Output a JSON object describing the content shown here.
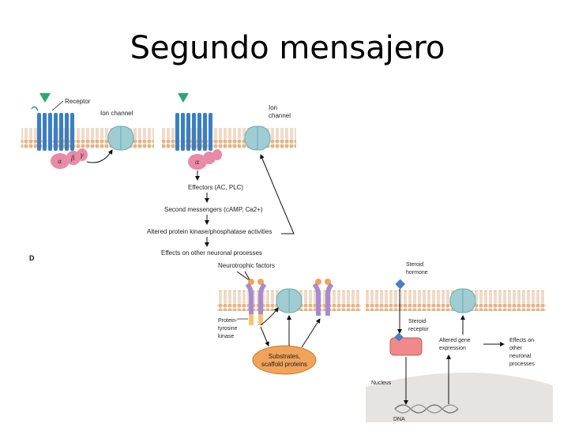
{
  "title": "Segundo mensajero",
  "panel_label": "D",
  "diagram": {
    "receptor": "Receptor",
    "ion_channel_1": "Ion channel",
    "ion_channel_2a": "Ion",
    "ion_channel_2b": "channel",
    "alpha": "α",
    "beta": "β",
    "gamma": "γ",
    "cascade": [
      "Effectors (AC, PLC)",
      "Second messengers (cAMP, Ca2+)",
      "Altered protein kinase/phosphatase activities",
      "Effects on other neuronal processes"
    ],
    "neurotrophic": "Neurotrophic factors",
    "ptk_1": "Protein-",
    "ptk_2": "tyrosine",
    "ptk_3": "kinase",
    "substrates_1": "Substrates,",
    "substrates_2": "scaffold proteins",
    "steroid_hormone_1": "Steroid",
    "steroid_hormone_2": "hormone",
    "steroid_receptor_1": "Steroid",
    "steroid_receptor_2": "receptor",
    "altered_1": "Altered gene",
    "altered_2": "expression",
    "effects_1": "Effects on",
    "effects_2": "other",
    "effects_3": "neuronal",
    "effects_4": "processes",
    "nucleus": "Nucleus",
    "dna": "DNA"
  },
  "colors": {
    "membrane": "#e8b88c",
    "receptor": "#3a7fc4",
    "g_protein": "#e98aa6",
    "ion_channel": "#9fcdd2",
    "ligand": "#2aa86a",
    "ptk": "#a78bd0",
    "substrates": "#f2a35a",
    "steroid": "#4a7fc0",
    "steroid_receptor": "#f08a8a"
  }
}
